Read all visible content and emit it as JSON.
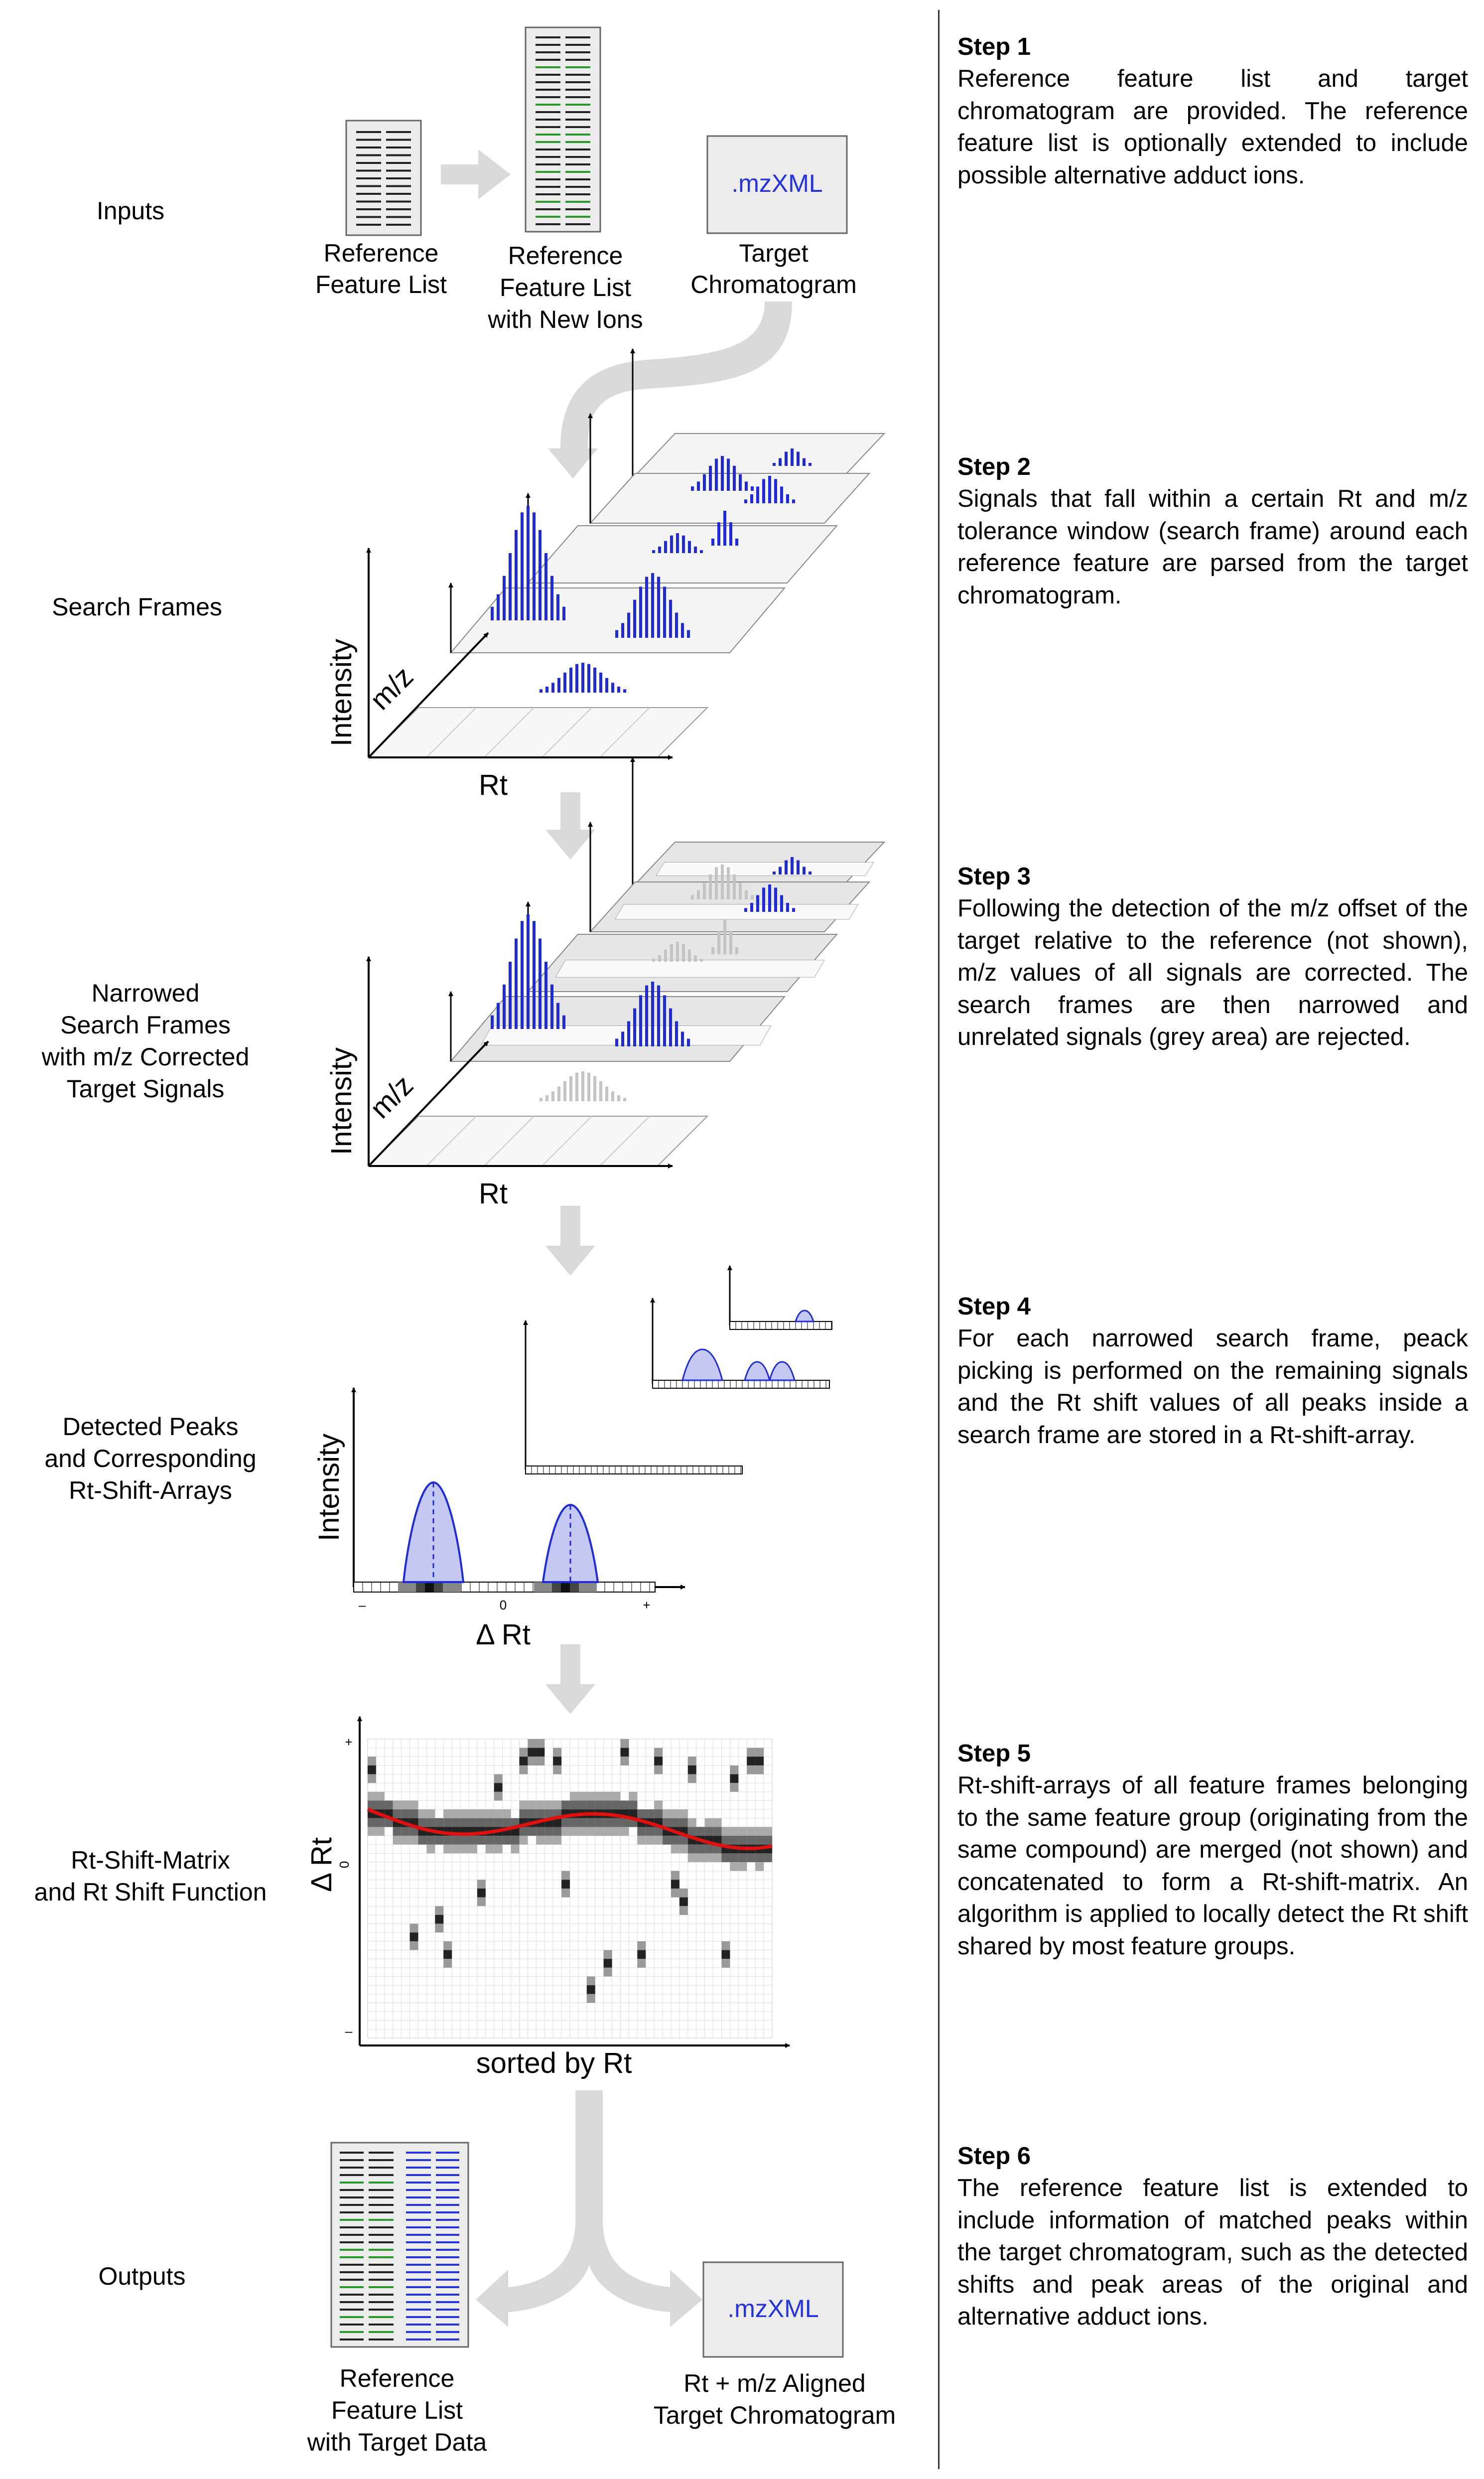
{
  "stages": [
    {
      "key": "inputs",
      "label": "Inputs"
    },
    {
      "key": "search",
      "label": "Search Frames"
    },
    {
      "key": "narrow",
      "label": "Narrowed\nSearch Frames\nwith m/z Corrected\nTarget Signals"
    },
    {
      "key": "peaks",
      "label": "Detected Peaks\nand Corresponding\nRt-Shift-Arrays"
    },
    {
      "key": "matrix",
      "label": "Rt-Shift-Matrix\nand Rt Shift Function"
    },
    {
      "key": "outputs",
      "label": "Outputs"
    }
  ],
  "inputs": {
    "ref_list": "Reference\nFeature List",
    "ref_list_new": "Reference\nFeature List\nwith New Ions",
    "mzxml": ".mzXML",
    "target": "Target\nChromatogram"
  },
  "axes": {
    "intensity": "Intensity",
    "mz": "m/z",
    "rt": "Rt",
    "delta_rt": "Δ Rt",
    "sorted": "sorted by Rt",
    "minus": "–",
    "zero": "0",
    "plus": "+"
  },
  "outputs": {
    "ref_list": "Reference\nFeature List\nwith Target Data",
    "mzxml": ".mzXML",
    "aligned": "Rt + m/z Aligned\nTarget Chromatogram"
  },
  "steps": [
    {
      "title": "Step 1",
      "text": "Reference feature list and target chromatogram are provided. The reference feature list is optionally extended to include possible alternative adduct ions."
    },
    {
      "title": "Step 2",
      "text": "Signals that fall within a certain Rt and m/z tolerance window (search frame) around each reference feature are parsed from the target chromatogram."
    },
    {
      "title": "Step 3",
      "text": "Following the detection of the m/z offset of the target relative to the reference (not shown), m/z values of all signals are corrected. The search frames are then narrowed and unrelated signals (grey area) are rejected."
    },
    {
      "title": "Step 4",
      "text": "For each narrowed search frame, peack picking is performed on the remaining signals and the Rt shift values of all peaks inside a search frame are stored in a Rt-shift-array."
    },
    {
      "title": "Step 5",
      "text": "Rt-shift-arrays of all feature frames belonging to the same feature group (originating from the same compound) are merged (not shown) and concatenated to form a Rt-shift-matrix. An algorithm is applied to locally detect the Rt shift shared by most feature groups."
    },
    {
      "title": "Step 6",
      "text": "The reference feature list is extended to include information of matched peaks within the target chromatogram, such as the detected shifts and peak areas of the original and alternative adduct ions."
    }
  ],
  "colors": {
    "signal_blue": "#1f2bd6",
    "mzxml_blue": "#2533d8",
    "green_line": "#2a9a2a",
    "shift_red": "#e01010",
    "arrow_grey": "#d9d9d9",
    "frame_grey": "#d4d4d4"
  }
}
